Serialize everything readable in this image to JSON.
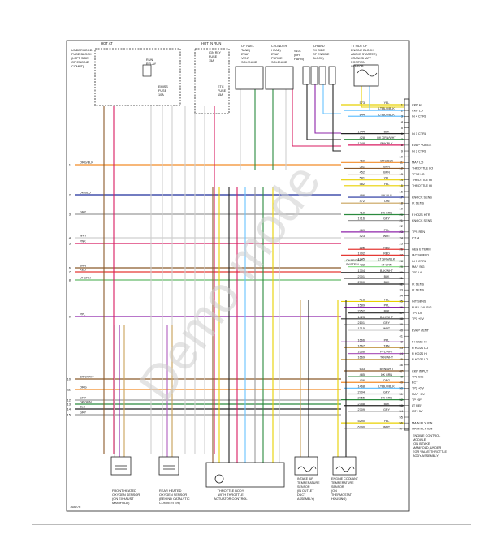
{
  "watermark": "Demo mode",
  "figure_id": "168276",
  "top_labels": {
    "hot_at": "HOT AT",
    "hot_in_run": "HOT IN RUN",
    "underhood_block": [
      "UNDERHOOD",
      "FUSE BLOCK",
      "(LEFT SIDE",
      "OF ENGINE",
      "COMPT)"
    ],
    "run_relay": [
      "RUN",
      "RELAY"
    ],
    "emiss_fuse": [
      "EMISS",
      "FUSE",
      "10A"
    ],
    "etc_fuse": [
      "ETC",
      "FUSE",
      "15A"
    ],
    "ign_fuse": [
      "IGN RLY",
      "FUSE",
      "15A"
    ],
    "evap_vent": [
      "OF FUEL",
      "TANK)",
      "EVAP",
      "VENT",
      "SOLENOID"
    ],
    "evap_purge": [
      "CYLINDER",
      "HEAD)",
      "EVAP",
      "PURGE",
      "SOLENOID"
    ],
    "s101": [
      "S101",
      "(RH",
      "HARN)"
    ],
    "engine_block": [
      "(LH AND",
      "RH SIDE",
      "OF ENGINE",
      "BLOCK)"
    ],
    "ckp_sensor": [
      "TT SIDE OF",
      "ENGINE BLOCK,",
      "ABOVE STARTER)",
      "CRANKSHAFT",
      "POSITION",
      "SENSOR"
    ]
  },
  "pcm_label": [
    "ENGINE CONTROL",
    "MODULE",
    "(ON INTAKE",
    "MANIFOLD, UNDER",
    "EGR VALVE/THROTTLE",
    "BODY ASSEMBLY)"
  ],
  "pins": [
    {
      "n": "1",
      "name": "CKP HI"
    },
    {
      "n": "2",
      "name": "CKP LO"
    },
    {
      "n": "3",
      "name": "IN 4 CTRL"
    },
    {
      "n": "4",
      "name": ""
    },
    {
      "n": "5",
      "name": ""
    },
    {
      "n": "6",
      "name": "IN 1 CTRL"
    },
    {
      "n": "7",
      "name": ""
    },
    {
      "n": "8",
      "name": "EVAP PURGE"
    },
    {
      "n": "9",
      "name": "IN 2 CTRL"
    },
    {
      "n": "10",
      "name": ""
    },
    {
      "n": "11",
      "name": "MAP LO"
    },
    {
      "n": "12",
      "name": "THROTTLE LO"
    },
    {
      "n": "13",
      "name": "TPS2 LO"
    },
    {
      "n": "14",
      "name": "THROTTLE HI"
    },
    {
      "n": "15",
      "name": "THROTTLE HI"
    },
    {
      "n": "16",
      "name": ""
    },
    {
      "n": "17",
      "name": "KNOCK SENS"
    },
    {
      "n": "18",
      "name": "IK SENS"
    },
    {
      "n": "19",
      "name": ""
    },
    {
      "n": "20",
      "name": "F HO2S HTR"
    },
    {
      "n": "21",
      "name": "KNOCK SENS"
    },
    {
      "n": "22",
      "name": ""
    },
    {
      "n": "23",
      "name": "TPS RTN"
    },
    {
      "n": "24",
      "name": "IC1 4"
    },
    {
      "n": "25",
      "name": ""
    },
    {
      "n": "26",
      "name": "GEN B TERM"
    },
    {
      "n": "27",
      "name": "IAC SHIELD"
    },
    {
      "n": "28",
      "name": "IN 3 CTRL"
    },
    {
      "n": "29",
      "name": "MAF SIG"
    },
    {
      "n": "30",
      "name": "TP2 LO"
    },
    {
      "n": "31",
      "name": ""
    },
    {
      "n": "32",
      "name": "IK SENS"
    },
    {
      "n": "33",
      "name": "IK SENS"
    },
    {
      "n": "34",
      "name": ""
    },
    {
      "n": "35",
      "name": "INT SENS"
    },
    {
      "n": "36",
      "name": "FUEL LVL SIG"
    },
    {
      "n": "37",
      "name": "TP1 LO"
    },
    {
      "n": "38",
      "name": "TP1 +5V"
    },
    {
      "n": "39",
      "name": ""
    },
    {
      "n": "40",
      "name": "EVAP VENT"
    },
    {
      "n": "41",
      "name": ""
    },
    {
      "n": "42",
      "name": "F HO2S HI"
    },
    {
      "n": "43",
      "name": "R HO2S LO"
    },
    {
      "n": "44",
      "name": "R HO2S HI"
    },
    {
      "n": "45",
      "name": "R HO2S LO"
    },
    {
      "n": "46",
      "name": ""
    },
    {
      "n": "47",
      "name": "CKP INPUT"
    },
    {
      "n": "48",
      "name": "TP2 SIG"
    },
    {
      "n": "49",
      "name": "ECT"
    },
    {
      "n": "50",
      "name": "TP2 +5V"
    },
    {
      "n": "51",
      "name": "MAP +5V"
    },
    {
      "n": "52",
      "name": "TP +5V"
    },
    {
      "n": "53",
      "name": "LT REF"
    },
    {
      "n": "54",
      "name": "IAT +5V"
    },
    {
      "n": "55",
      "name": ""
    },
    {
      "n": "56",
      "name": "MAIN RLY IGN"
    },
    {
      "n": "57",
      "name": "MAIN RLY IGN"
    }
  ],
  "wires": [
    {
      "circ": "573",
      "color": "YEL"
    },
    {
      "circ": "",
      "color": "LT BLU/BLK"
    },
    {
      "circ": "844",
      "color": "LT BLU/BLK"
    },
    {
      "circ": "1744",
      "color": "BLK"
    },
    {
      "circ": "428",
      "color": "DK GRN/WHT"
    },
    {
      "circ": "1748",
      "color": "PNK/BLK"
    },
    {
      "circ": "469",
      "color": "ORG/BLK"
    },
    {
      "circ": "582",
      "color": "BRN"
    },
    {
      "circ": "452",
      "color": "BRN"
    },
    {
      "circ": "581",
      "color": "YEL"
    },
    {
      "circ": "582",
      "color": "YEL"
    },
    {
      "circ": "496",
      "color": "DK BLU"
    },
    {
      "circ": "472",
      "color": "TAN"
    },
    {
      "circ": "419",
      "color": "DK GRN"
    },
    {
      "circ": "1716",
      "color": "GRY"
    },
    {
      "circ": "469",
      "color": "PPL"
    },
    {
      "circ": "423",
      "color": "WHT"
    },
    {
      "circ": "225",
      "color": "RED"
    },
    {
      "circ": "1702",
      "color": "RED"
    },
    {
      "circ": "1745",
      "color": "LT GRN/BLK"
    },
    {
      "circ": "432",
      "color": "LT GRN"
    },
    {
      "circ": "1704",
      "color": "BLK/WHT"
    },
    {
      "circ": "2701",
      "color": "BLK"
    },
    {
      "circ": "2700",
      "color": "BLK"
    },
    {
      "circ": "416",
      "color": "YEL"
    },
    {
      "circ": "1589",
      "color": "PPL"
    },
    {
      "circ": "2752",
      "color": "BLK"
    },
    {
      "circ": "1423",
      "color": "BLK/WHT"
    },
    {
      "circ": "2101",
      "color": "GRY"
    },
    {
      "circ": "1315",
      "color": "WHT"
    },
    {
      "circ": "1666",
      "color": "PPL"
    },
    {
      "circ": "1667",
      "color": "TAN"
    },
    {
      "circ": "1668",
      "color": "PPL/WHT"
    },
    {
      "circ": "1669",
      "color": "TAN/WHT"
    },
    {
      "circ": "633",
      "color": "BRN/WHT"
    },
    {
      "circ": "485",
      "color": "DK GRN"
    },
    {
      "circ": "406",
      "color": "ORG"
    },
    {
      "circ": "1468",
      "color": "LT BLU/BLK"
    },
    {
      "circ": "2704",
      "color": "GRY"
    },
    {
      "circ": "2755",
      "color": "DK GRN"
    },
    {
      "circ": "2758",
      "color": "BLK"
    },
    {
      "circ": "2709",
      "color": "GRY"
    },
    {
      "circ": "5290",
      "color": "YEL"
    },
    {
      "circ": "6290",
      "color": "WHT"
    }
  ],
  "left_labels": [
    {
      "id": "1",
      "text": "ORG/BLK"
    },
    {
      "id": "2",
      "text": "DK BLU"
    },
    {
      "id": "3",
      "text": "GRY"
    },
    {
      "id": "4",
      "text": "WHT"
    },
    {
      "id": "5",
      "text": "PNK"
    },
    {
      "id": "6",
      "text": "BRN"
    },
    {
      "id": "7",
      "text": "RED"
    },
    {
      "id": "8",
      "text": "LT GRN"
    },
    {
      "id": "9",
      "text": "PPL"
    },
    {
      "id": "10",
      "text": "BRN/WHT"
    },
    {
      "id": "11",
      "text": "ORG"
    },
    {
      "id": "12",
      "text": "GRY"
    },
    {
      "id": "13",
      "text": "DK GRN"
    },
    {
      "id": "14",
      "text": "BLK"
    },
    {
      "id": "15",
      "text": "GRY"
    }
  ],
  "charging": [
    "CHARGING",
    "SYSTEM"
  ],
  "components": {
    "front_o2": [
      "FRONT HEATED",
      "OXYGEN SENSOR",
      "(ON EXHAUST",
      "MANIFOLD)"
    ],
    "rear_o2": [
      "REAR HEATED",
      "OXYGEN SENSOR",
      "(BEHIND CATALYTIC",
      "CONVERTER)"
    ],
    "throttle": [
      "THROTTLE BODY",
      "WITH THROTTLE",
      "ACTUATOR CONTROL"
    ],
    "iat": [
      "INTAKE AIR",
      "TEMPERATURE",
      "SENSOR",
      "(IN OUTLET",
      "DUCT",
      "ASSEMBLY)"
    ],
    "ect": [
      "ENGINE COOLANT",
      "TEMPERATURE",
      "SENSOR",
      "(ON",
      "THERMOSTAT",
      "HOUSING)"
    ]
  }
}
